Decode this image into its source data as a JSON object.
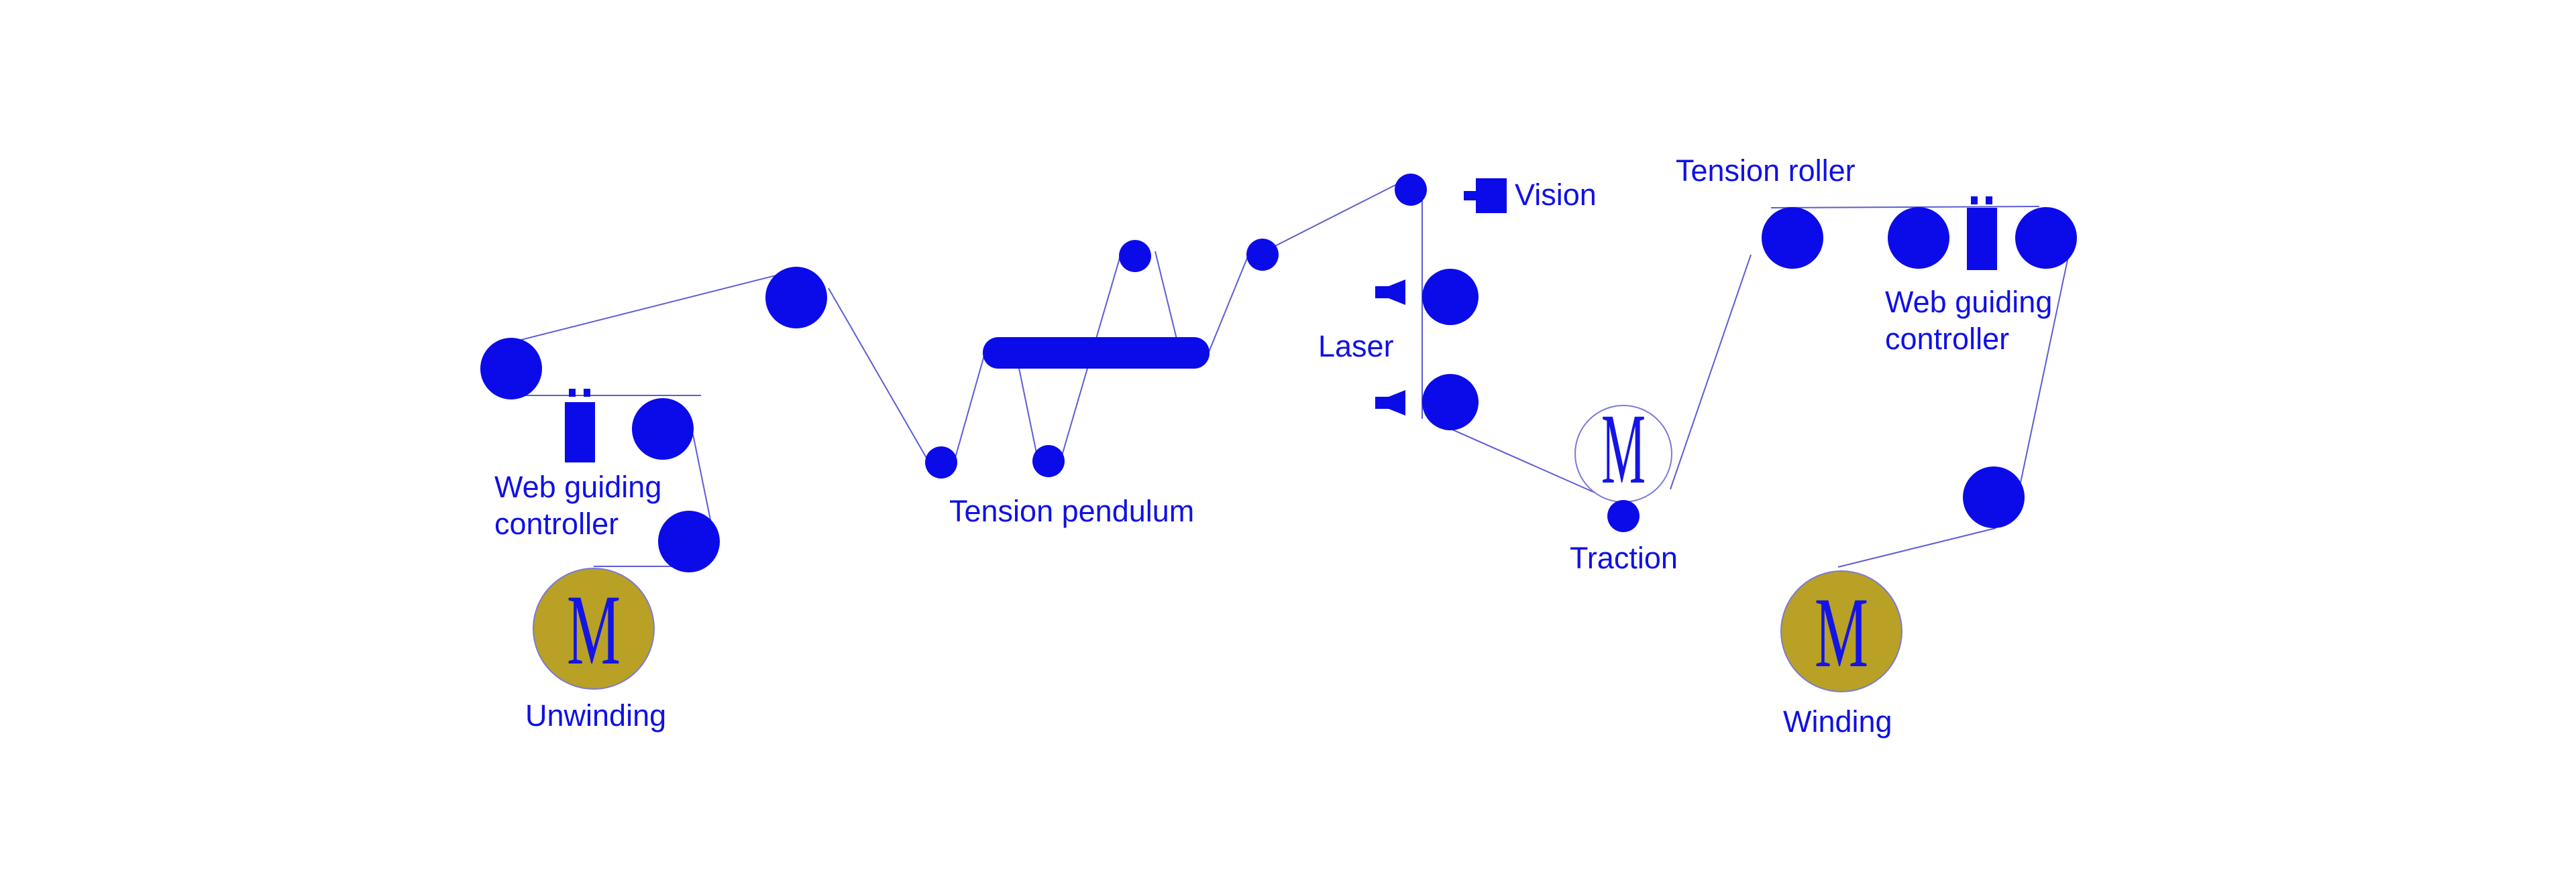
{
  "labels": {
    "vision": "Vision",
    "tension_roller": "Tension roller",
    "laser": "Laser",
    "web_guiding_left_1": "Web guiding",
    "web_guiding_left_2": "controller",
    "web_guiding_right_1": "Web guiding",
    "web_guiding_right_2": "controller",
    "tension_pendulum": "Tension pendulum",
    "traction": "Traction",
    "unwinding": "Unwinding",
    "winding": "Winding"
  },
  "motors": {
    "unwinding_letter": "M",
    "traction_letter": "M",
    "winding_letter": "M"
  },
  "colors": {
    "roller": "#0b0bea",
    "label": "#1010e6",
    "web_line": "#5c5cd6",
    "motor_fill": "#b8a124",
    "motor_stroke": "#7a7ad8"
  }
}
